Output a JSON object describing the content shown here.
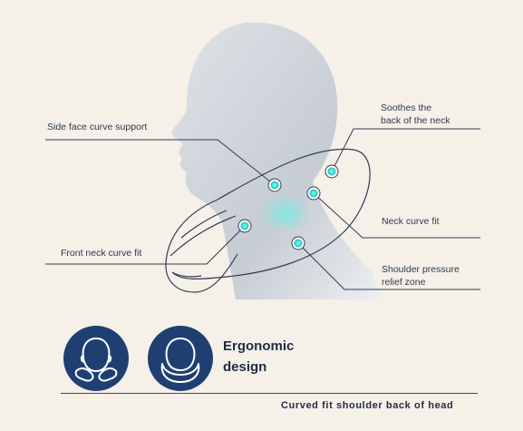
{
  "labels": {
    "side_face": "Side face curve support",
    "soothes": "Soothes the\nback of the neck",
    "front_neck": "Front neck curve fit",
    "neck_curve": "Neck curve fit",
    "shoulder": "Shoulder pressure\nrelief zone"
  },
  "ergonomic_title": "Ergonomic\ndesign",
  "caption": "Curved fit shoulder back of head",
  "icons": [
    "head-with-pillow-front-icon",
    "head-with-pillow-back-icon"
  ],
  "colors": {
    "background": "#f5f0e8",
    "badge": "#1f3f72",
    "line": "#2f3d55",
    "accent": "#46e0d8"
  }
}
